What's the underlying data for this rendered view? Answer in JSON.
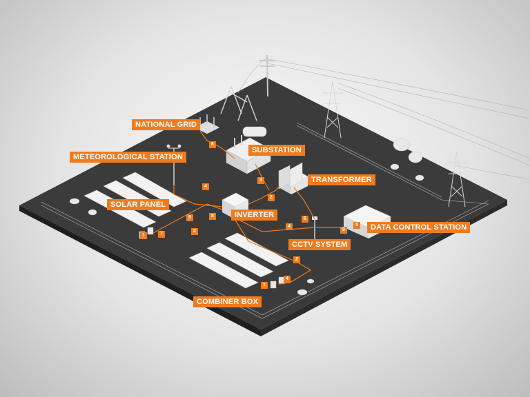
{
  "diagram": {
    "labels": {
      "national_grid": "NATIONAL GRID",
      "substation": "SUBSTATION",
      "meteorological_station": "METEOROLOGICAL STATION",
      "transformer": "TRANSFORMER",
      "solar_panel": "SOLAR PANEL",
      "inverter": "INVERTER",
      "data_control_station": "DATA CONTROL STATION",
      "cctv_system": "CCTV SYSTEM",
      "combiner_box": "COMBINER BOX"
    },
    "markers": [
      "6",
      "3",
      "4",
      "2",
      "8",
      "9",
      "1",
      "7",
      "4",
      "2",
      "6",
      "5",
      "2",
      "9",
      "1",
      "4"
    ],
    "colors": {
      "accent": "#f07b1d",
      "ground": "#3b3b3b",
      "ground_side": "#262626",
      "equipment": "#e8e8e8",
      "background": "#e4e4e4"
    }
  }
}
